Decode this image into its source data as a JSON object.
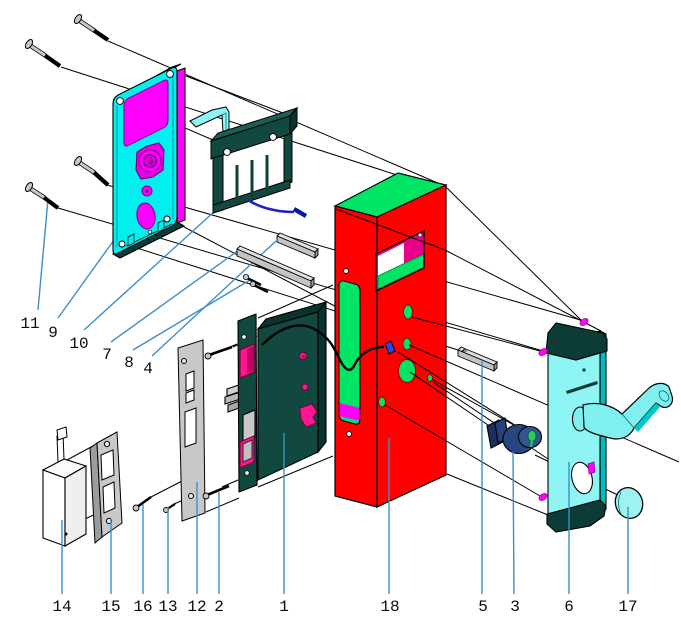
{
  "callouts": {
    "left": [
      {
        "num": "11"
      },
      {
        "num": "9"
      },
      {
        "num": "10"
      },
      {
        "num": "7"
      },
      {
        "num": "8"
      },
      {
        "num": "4"
      }
    ],
    "bottom": [
      {
        "num": "14"
      },
      {
        "num": "15"
      },
      {
        "num": "16"
      },
      {
        "num": "13"
      },
      {
        "num": "12"
      },
      {
        "num": "2"
      },
      {
        "num": "1"
      },
      {
        "num": "18"
      },
      {
        "num": "5"
      },
      {
        "num": "3"
      },
      {
        "num": "6"
      },
      {
        "num": "17"
      }
    ]
  },
  "palette": {
    "background": "#FFFFFF",
    "outline": "#000000",
    "leader_line_blue": "#3E8FCB",
    "panel_cyan": "#00EFEF",
    "light_cyan": "#8FF4F4",
    "magenta": "#FF00FF",
    "deep_pink": "#FF1493",
    "door_red": "#FF0000",
    "top_green": "#00E564",
    "dark_teal": "#114A40",
    "metal_gray": "#C8C8C8",
    "cylinder_navy": "#27467F",
    "wire_blue": "#1F1FCC"
  }
}
